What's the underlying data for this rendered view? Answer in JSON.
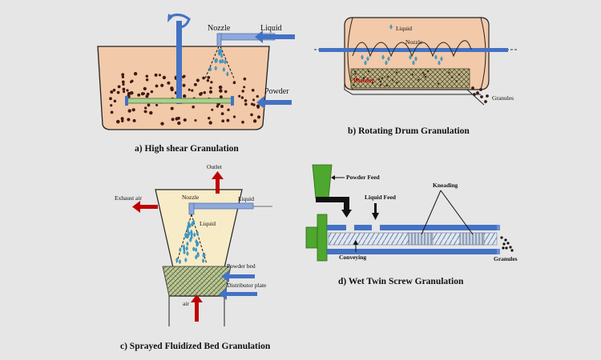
{
  "panels": {
    "high_shear": {
      "caption": "a) High shear Granulation",
      "labels": {
        "nozzle": "Nozzle",
        "liquid": "Liquid",
        "powder": "Powder"
      }
    },
    "rotating_drum": {
      "caption": "b) Rotating Drum Granulation",
      "labels": {
        "liquid": "Liquid",
        "nozzle": "Nozzle",
        "powder": "Powder",
        "granules": "Granules"
      }
    },
    "fluidized_bed": {
      "caption": "c) Sprayed Fluidized Bed Granulation",
      "labels": {
        "outlet": "Outlet",
        "exhaust_air": "Exhaust air",
        "nozzle": "Nozzle",
        "liquid_feed": "Liquid",
        "liquid_spray": "Liquid",
        "powder_bed": "Powder bed",
        "distributor_plate": "Distributor plate",
        "air": "air"
      }
    },
    "twin_screw": {
      "caption": "d) Wet Twin Screw Granulation",
      "labels": {
        "powder_feed": "Powder Feed",
        "liquid_feed": "Liquid Feed",
        "kneading": "Kneading",
        "conveying": "Conveying",
        "granules": "Granules"
      }
    }
  },
  "colors": {
    "background": "#e6e6e6",
    "mixture_fill": "#f2c9a9",
    "vessel_fill": "#f7ebc8",
    "arrow_blue": "#4472c4",
    "pipe_blue": "#8ea9db",
    "arrow_red": "#c00000",
    "feeder_green": "#4ea72e",
    "particle": "#3d1a12",
    "droplet": "#3ba3d6",
    "blade_green": "#a9d18e"
  },
  "icons": [
    "rotation-arrow-icon",
    "liquid-droplet-icon",
    "particle-dot-icon"
  ]
}
